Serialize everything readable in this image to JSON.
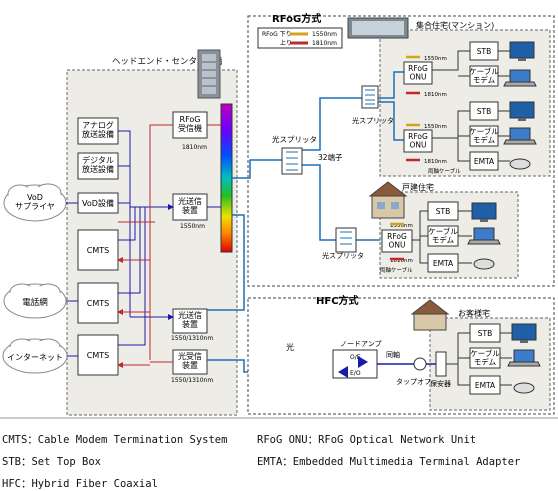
{
  "headend": {
    "title": "ヘッドエンド・センター設備"
  },
  "suppliers": {
    "vod": "VoD\nサプライヤ",
    "phone": "電話網",
    "internet": "インターネット"
  },
  "equipment": {
    "analog": "アナログ\n放送設備",
    "digital": "デジタル\n放送設備",
    "vod_equip": "VoD設備",
    "cmts": "CMTS",
    "rfog_rx": "RFoG\n受信機",
    "tx1": "光送信\n装置",
    "tx2": "光送信\n装置",
    "rx2": "光受信\n装置"
  },
  "wavelabels": {
    "w1810": "1810nm",
    "w1550": "1550nm",
    "w1550_1310": "1550/1310nm"
  },
  "rfog": {
    "title": "RFoG方式",
    "legend_down": "RFoG 下り",
    "legend_up": "上り",
    "splitter_main": "光スプリッタ",
    "port_count": "32端子",
    "splitter_mdu": "光スプリッタ",
    "splitter_home": "光スプリッタ",
    "mdu_title": "集合住宅(マンション)",
    "home_title": "戸建住宅",
    "onu": "RFoG\nONU",
    "stb": "STB",
    "modem": "ケーブル\nモデム",
    "emta": "EMTA",
    "both_cable": "両軸ケーブル"
  },
  "hfc": {
    "title": "HFC方式",
    "customer_title": "お客様宅",
    "light": "光",
    "node_amp": "ノードアンプ",
    "coax": "同軸",
    "tap": "タップオフ",
    "protector": "保安器",
    "oe": "O/E",
    "eo": "E/O",
    "stb": "STB",
    "modem": "ケーブル\nモデム",
    "emta": "EMTA"
  },
  "legend": {
    "cmts": "CMTS：Cable Modem Termination System",
    "onu": "RFoG ONU：RFoG Optical Network Unit",
    "stb": "STB：Set Top Box",
    "emta": "EMTA：Embedded Multimedia Terminal Adapter",
    "hfc": "HFC：Hybrid Fiber Coaxial"
  },
  "colors": {
    "fiber": "#1e6fb8",
    "down": "#d4a31c",
    "up": "#c0282e",
    "coax_blue": "#1a1aa8",
    "panel": "#eeece6"
  }
}
